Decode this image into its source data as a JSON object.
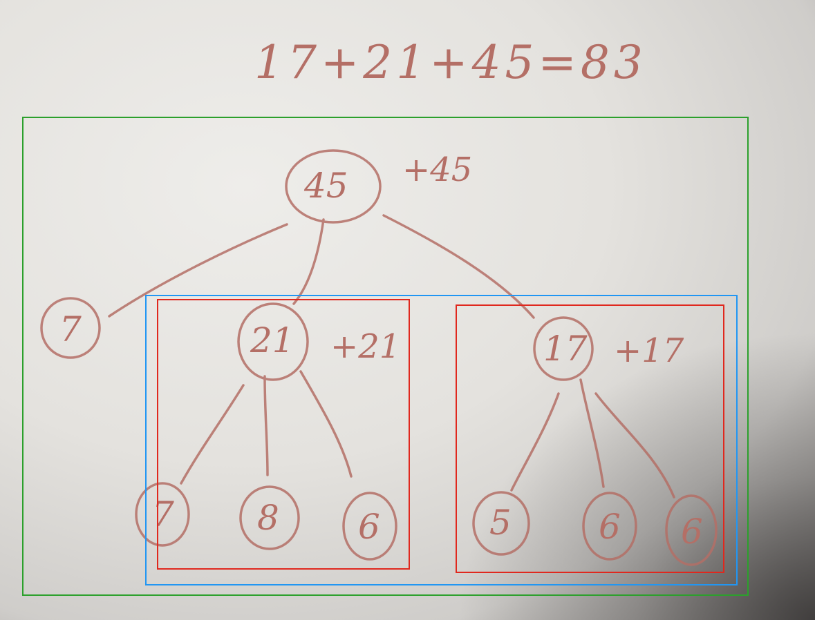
{
  "equation": "17+21+45=83",
  "colors": {
    "ink": "#b46f66",
    "green_box": "#2ca02c",
    "blue_box": "#2196f3",
    "red_box": "#e0281e"
  },
  "tree": {
    "root": {
      "value": "45",
      "annotation": "+45"
    },
    "left_leaf": {
      "value": "7"
    },
    "middle": {
      "value": "21",
      "annotation": "+21",
      "children": [
        "7",
        "8",
        "6"
      ]
    },
    "right": {
      "value": "17",
      "annotation": "+17",
      "children": [
        "5",
        "6",
        "6"
      ]
    }
  }
}
